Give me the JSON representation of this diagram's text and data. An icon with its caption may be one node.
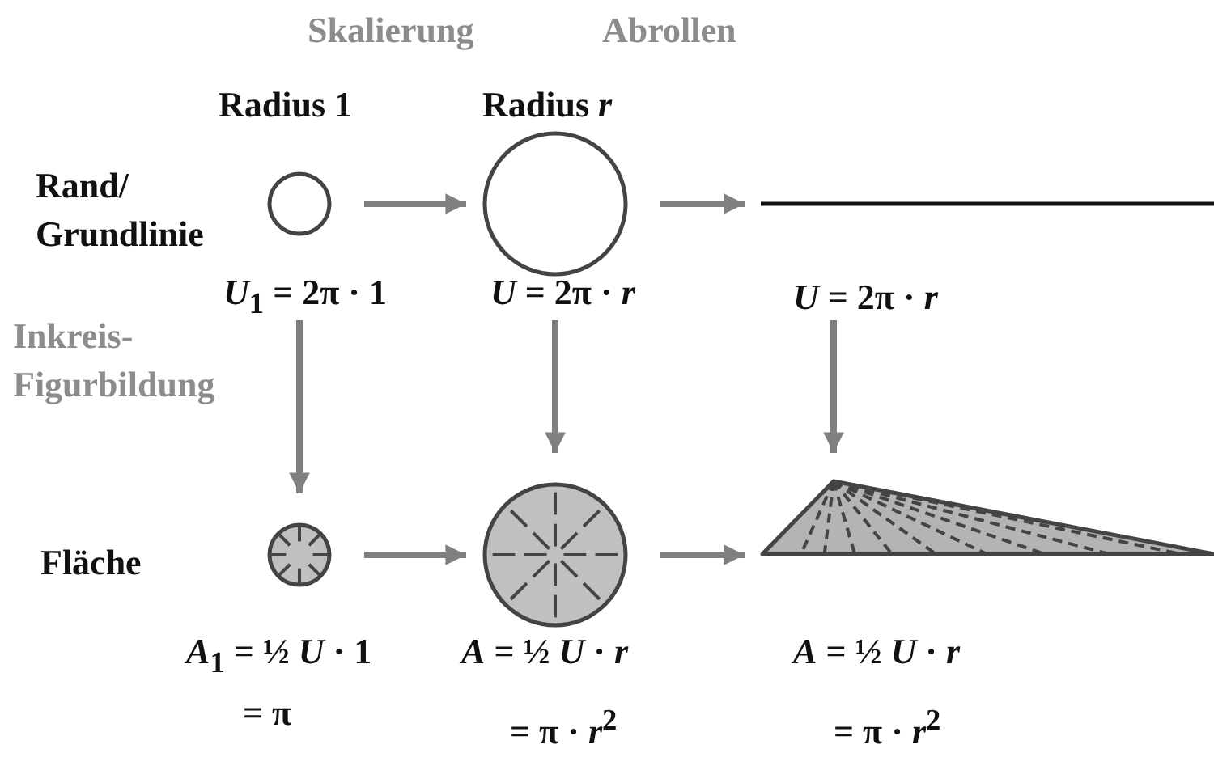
{
  "diagram": {
    "nodes": [
      {
        "text": [],
        "shape": "circle",
        "beside": [
          "*U*$_{1}$ = 2π · 1"
        ]
      },
      {
        "text": [],
        "shape": "circle",
        "beside": [
          "*U* = 2π · *r*"
        ]
      },
      {
        "text": [],
        "shape": "line",
        "beside": [
          "*U* = 2π · *r*"
        ]
      },
      {
        "text": [],
        "shape": "circle",
        "beside": [
          "*A*$_{1}$ = ½ *U* · 1",
          "= π"
        ]
      },
      {
        "text": [],
        "shape": "circle",
        "beside": [
          "*A* = ½ *U* · *r*",
          "= π · *r*$^{2}$"
        ]
      },
      {
        "text": [],
        "shape": "triangle",
        "beside": [
          "*A* = ½ *U* · *r*",
          "= π · *r*$^{2}$"
        ]
      }
    ],
    "edges": [
      {
        "from": 0,
        "to": 1,
        "arrow": "to"
      },
      {
        "from": 1,
        "to": 2,
        "arrow": "to"
      },
      {
        "from": 0,
        "to": 3,
        "arrow": "to"
      },
      {
        "from": 1,
        "to": 4,
        "arrow": "to"
      },
      {
        "from": 2,
        "to": 5,
        "arrow": "to"
      },
      {
        "from": 3,
        "to": 4,
        "arrow": "to"
      },
      {
        "from": 4,
        "to": 5,
        "arrow": "to"
      }
    ],
    "labels": [
      "Skalierung",
      "Abrollen",
      "Radius 1",
      "Radius *r*",
      "Rand/ Grundlinie",
      "Inkreis- Figurbildung",
      "Fläche"
    ]
  }
}
